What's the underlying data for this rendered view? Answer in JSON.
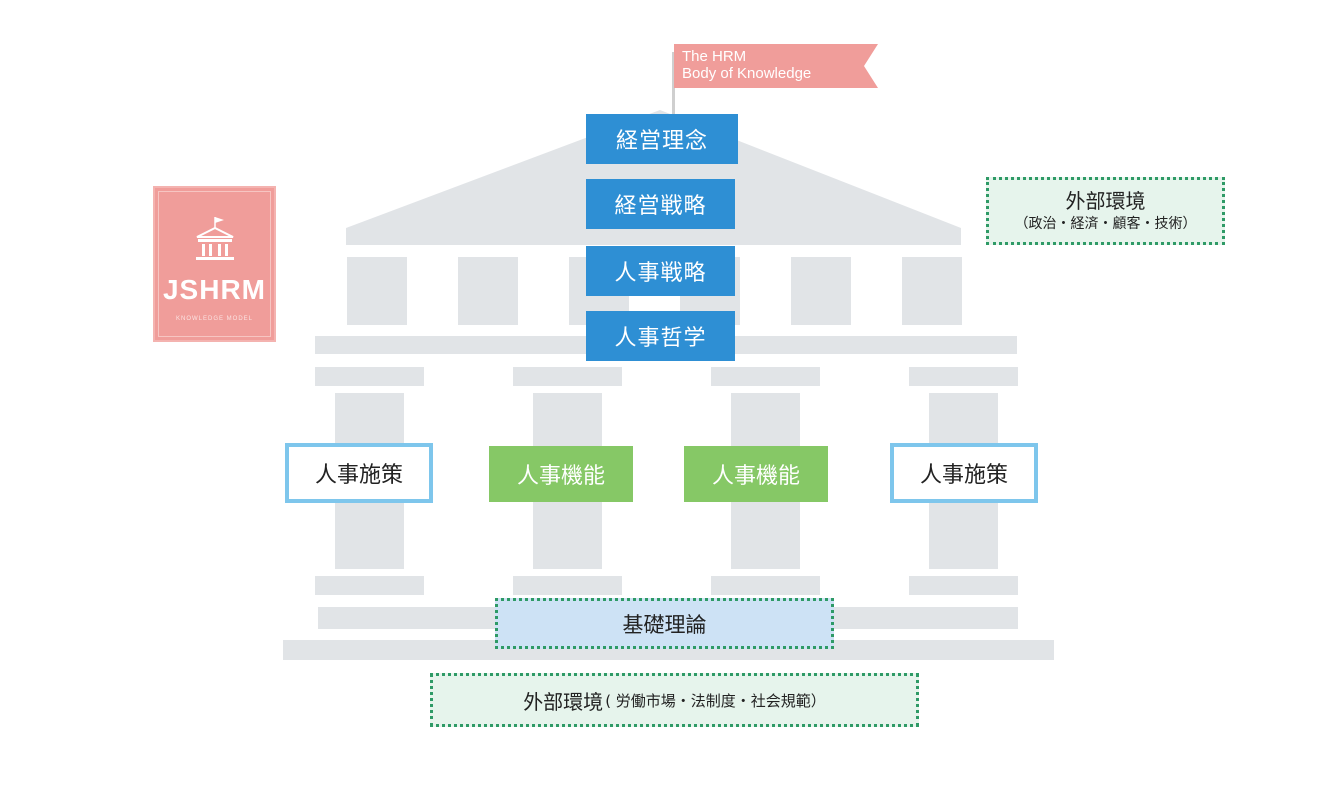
{
  "flag": {
    "line1": "The HRM",
    "line2": "Body of Knowledge"
  },
  "logo": {
    "title": "JSHRM",
    "subtitle": "KNOWLEDGE MODEL"
  },
  "center_column": {
    "philosophy": "経営理念",
    "management_strategy": "経営戦略",
    "hr_strategy": "人事戦略",
    "hr_philosophy": "人事哲学"
  },
  "pillars": {
    "policy_left": "人事施策",
    "function_left": "人事機能",
    "function_right": "人事機能",
    "policy_right": "人事施策"
  },
  "foundation": {
    "label": "基礎理論"
  },
  "external_right": {
    "title": "外部環境",
    "detail": "（政治・経済・顧客・技術）"
  },
  "external_bottom": {
    "title": "外部環境",
    "detail": "( 労働市場・法制度・社会規範）"
  },
  "colors": {
    "temple_gray": "#e1e4e7",
    "blue": "#2e8fd4",
    "green": "#86c866",
    "policy_border": "#7ec6ec",
    "flag_pink": "#f09d9a",
    "dotted_green": "#2e9a66",
    "foundation_fill": "#cde2f5"
  }
}
